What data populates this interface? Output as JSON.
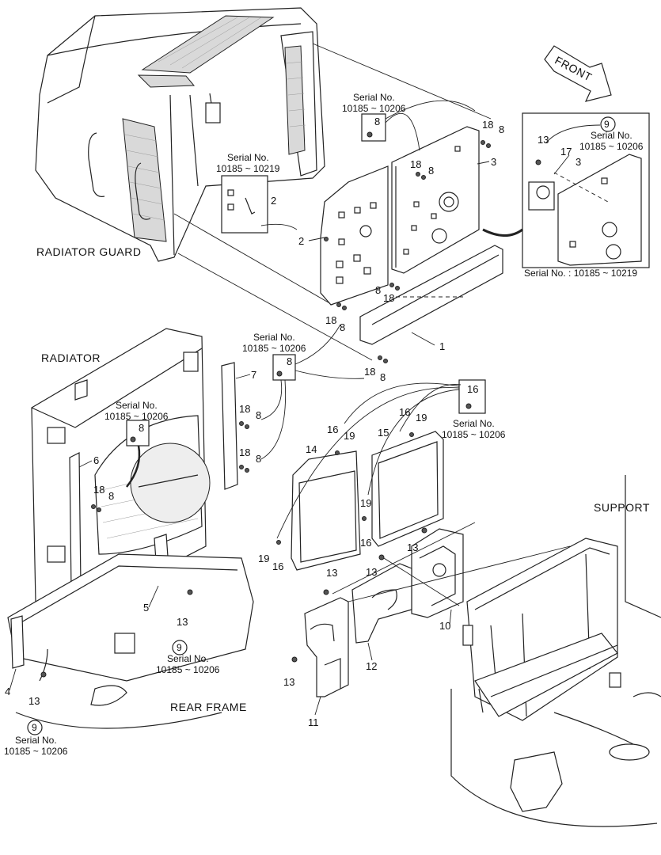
{
  "section_labels": {
    "radiator_guard": "RADIATOR GUARD",
    "radiator": "RADIATOR",
    "rear_frame": "REAR FRAME",
    "support": "SUPPORT",
    "front": "FRONT"
  },
  "serial_notes": {
    "a": {
      "title": "Serial No.",
      "range": "10185 ~ 10206",
      "box": "8"
    },
    "b": {
      "title": "Serial No.",
      "range": "10185 ~ 10219",
      "box": "2"
    },
    "c": {
      "title": "Serial No.",
      "range": "10185 ~ 10206",
      "box": "8"
    },
    "d": {
      "title": "Serial No.",
      "range": "10185 ~ 10206",
      "box": "8"
    },
    "e": {
      "title": "Serial No.",
      "range": "10185 ~ 10206",
      "box": "16"
    },
    "f": {
      "title": "Serial No.",
      "range": "10185 ~ 10206",
      "circle": "9"
    },
    "g": {
      "title": "Serial No.",
      "range": "10185 ~ 10206",
      "circle": "9"
    },
    "h": {
      "title": "Serial No.",
      "range": "10185 ~ 10206",
      "circle": "9"
    },
    "detail": {
      "text": "Serial No. : 10185 ~ 10219"
    }
  },
  "callouts": {
    "c1": "1",
    "c2a": "2",
    "c2b": "2",
    "c3a": "3",
    "c3b": "3",
    "c4": "4",
    "c5": "5",
    "c6": "6",
    "c7": "7",
    "c8a": "8",
    "c8b": "8",
    "c8c": "8",
    "c8d": "8",
    "c8e": "8",
    "c8f": "8",
    "c8g": "8",
    "c8h": "8",
    "c8i": "8",
    "c10": "10",
    "c11": "11",
    "c12": "12",
    "c13a": "13",
    "c13b": "13",
    "c13c": "13",
    "c13d": "13",
    "c13e": "13",
    "c13f": "13",
    "c13g": "13",
    "c14": "14",
    "c15": "15",
    "c16a": "16",
    "c16b": "16",
    "c16c": "16",
    "c16d": "16",
    "c17": "17",
    "c18a": "18",
    "c18b": "18",
    "c18c": "18",
    "c18d": "18",
    "c18e": "18",
    "c18f": "18",
    "c18g": "18",
    "c18h": "18",
    "c19a": "19",
    "c19b": "19",
    "c19c": "19",
    "c19d": "19"
  }
}
